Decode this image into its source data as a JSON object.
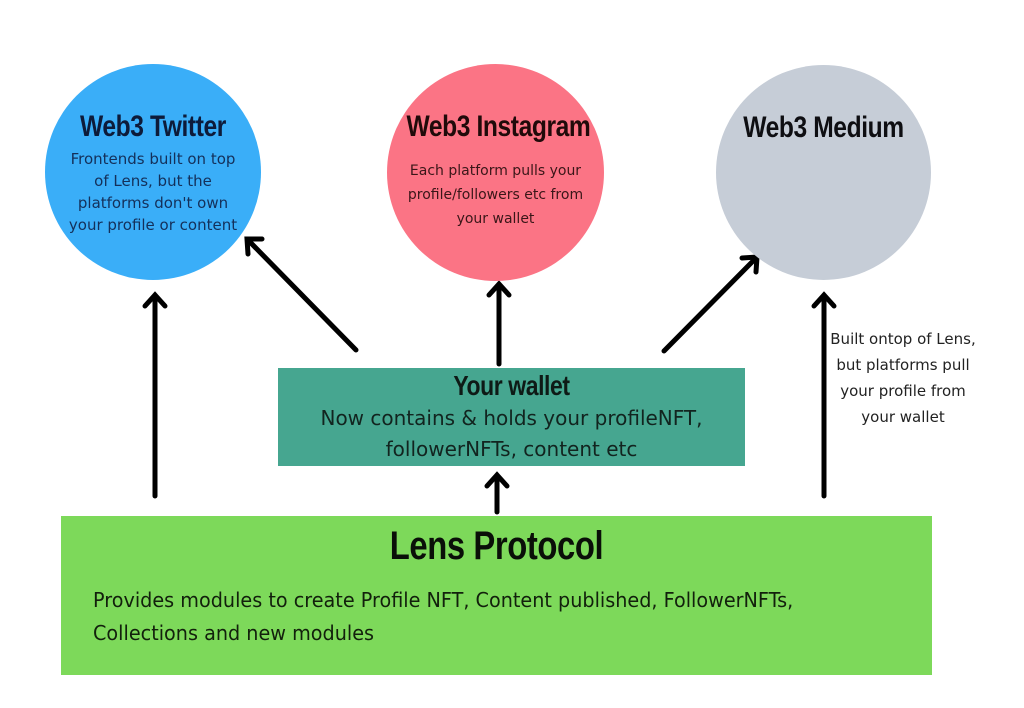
{
  "platforms": [
    {
      "title": "Web3 Twitter",
      "description": "Frontends built on top of Lens, but the platforms don't own your profile or content",
      "color": "#3aaef8"
    },
    {
      "title": "Web3 Instagram",
      "description": "Each platform pulls your profile/followers etc from your wallet",
      "color": "#fb7485"
    },
    {
      "title": "Web3 Medium",
      "description": "",
      "color": "#c6cdd7"
    }
  ],
  "side_note": "Built ontop of Lens, but platforms pull your profile from your wallet",
  "wallet": {
    "title": "Your wallet",
    "description": "Now contains & holds your profileNFT, followerNFTs, content etc",
    "color": "#46a690"
  },
  "lens": {
    "title": "Lens Protocol",
    "description": "Provides modules to create Profile NFT, Content published, FollowerNFTs, Collections and new modules",
    "color": "#7dd95a"
  },
  "arrows": [
    {
      "from": "Lens Protocol",
      "to": "Web3 Twitter"
    },
    {
      "from": "Your wallet",
      "to": "Web3 Twitter"
    },
    {
      "from": "Your wallet",
      "to": "Web3 Instagram"
    },
    {
      "from": "Your wallet",
      "to": "Web3 Medium"
    },
    {
      "from": "Lens Protocol",
      "to": "Your wallet"
    },
    {
      "from": "Lens Protocol",
      "to": "Web3 Medium"
    }
  ]
}
